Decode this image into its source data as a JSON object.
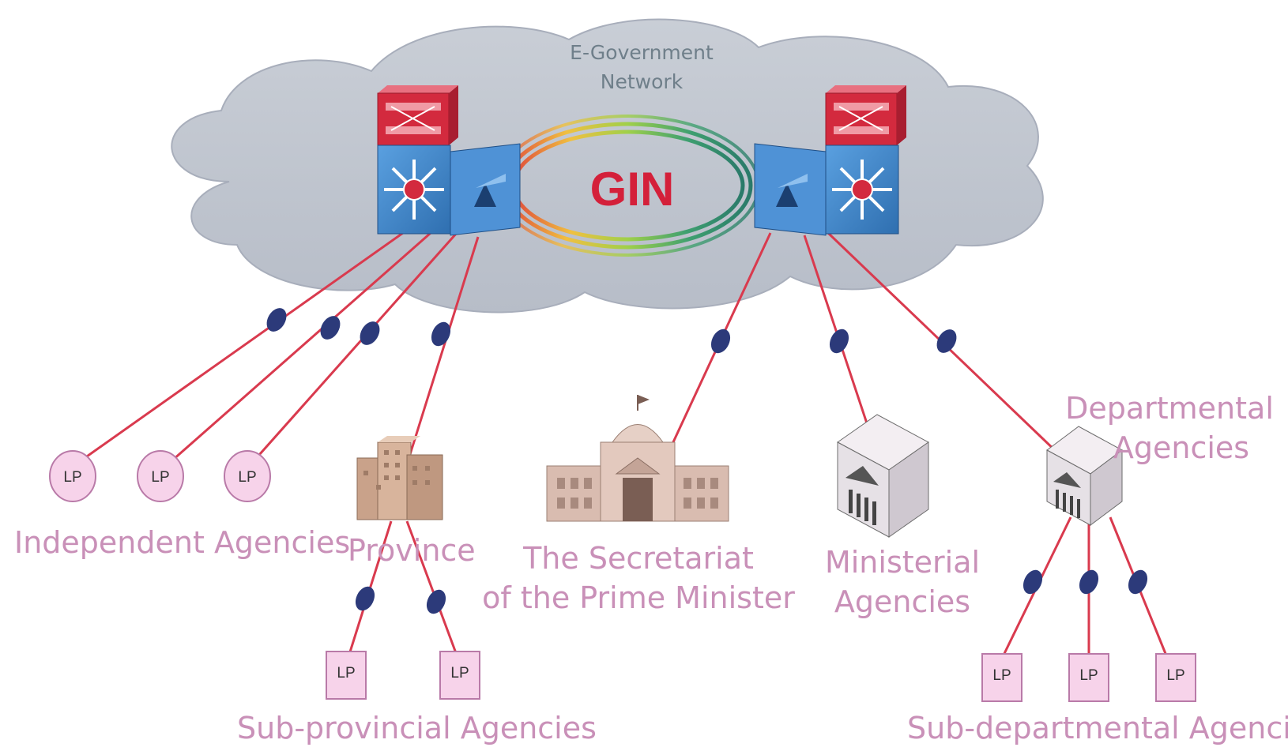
{
  "cloud": {
    "title_line1": "E-Government",
    "title_line2": "Network",
    "core_label": "GIN"
  },
  "node_text": "LP",
  "labels": {
    "independent": "Independent Agencies",
    "province": "Province",
    "sub_provincial": "Sub-provincial Agencies",
    "secretariat_line1": "The Secretariat",
    "secretariat_line2": "of the Prime Minister",
    "ministerial_line1": "Ministerial",
    "ministerial_line2": "Agencies",
    "departmental_line1": "Departmental",
    "departmental_line2": "Agencies",
    "sub_departmental": "Sub-departmental Agencies"
  },
  "colors": {
    "link": "#d93a4e",
    "label": "#c990b8",
    "lp_fill": "#f7d3ea",
    "switch_blue": "#3a7cc2",
    "switch_red": "#d32a3e"
  }
}
